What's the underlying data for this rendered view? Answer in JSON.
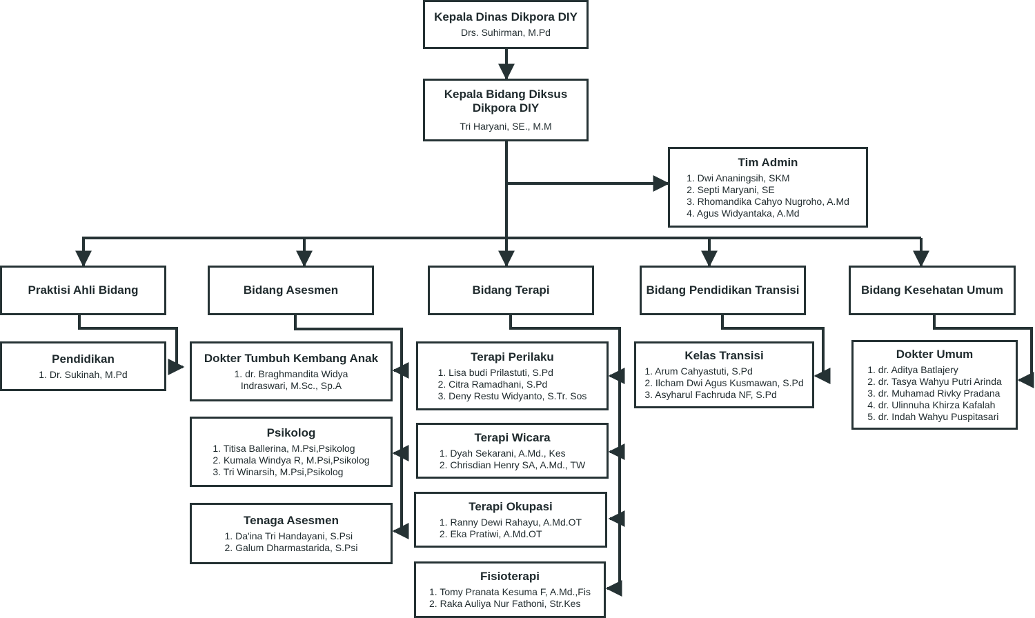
{
  "nodes": {
    "kepala_dinas": {
      "title": "Kepala Dinas Dikpora DIY",
      "subtitle": "Drs. Suhirman, M.Pd"
    },
    "kepala_bidang": {
      "title": "Kepala Bidang Diksus Dikpora DIY",
      "subtitle": "Tri Haryani, SE., M.M"
    },
    "tim_admin": {
      "title": "Tim Admin",
      "items": [
        "1. Dwi Ananingsih, SKM",
        "2. Septi Maryani, SE",
        "3. Rhomandika Cahyo Nugroho, A.Md",
        "4. Agus Widyantaka, A.Md"
      ]
    },
    "praktisi": {
      "title": "Praktisi Ahli Bidang"
    },
    "asesmen": {
      "title": "Bidang Asesmen"
    },
    "terapi": {
      "title": "Bidang Terapi"
    },
    "transisi": {
      "title": "Bidang Pendidikan Transisi"
    },
    "kesehatan": {
      "title": "Bidang Kesehatan Umum"
    },
    "pendidikan": {
      "title": "Pendidikan",
      "items": [
        "1. Dr. Sukinah, M.Pd"
      ]
    },
    "dokter_tumbuh": {
      "title": "Dokter Tumbuh Kembang Anak",
      "items": [
        "1. dr. Braghmandita Widya",
        "Indraswari, M.Sc., Sp.A"
      ]
    },
    "psikolog": {
      "title": "Psikolog",
      "items": [
        "1. Titisa Ballerina, M.Psi,Psikolog",
        "2. Kumala Windya R, M.Psi,Psikolog",
        "3. Tri Winarsih, M.Psi,Psikolog"
      ]
    },
    "tenaga_asesmen": {
      "title": "Tenaga Asesmen",
      "items": [
        "1. Da'ina Tri Handayani, S.Psi",
        "2. Galum Dharmastarida, S.Psi"
      ]
    },
    "terapi_perilaku": {
      "title": "Terapi Perilaku",
      "items": [
        "1. Lisa budi Prilastuti, S.Pd",
        "2. Citra Ramadhani, S.Pd",
        "3. Deny Restu Widyanto, S.Tr. Sos"
      ]
    },
    "terapi_wicara": {
      "title": "Terapi Wicara",
      "items": [
        "1. Dyah Sekarani, A.Md., Kes",
        "2. Chrisdian Henry SA, A.Md., TW"
      ]
    },
    "terapi_okupasi": {
      "title": "Terapi Okupasi",
      "items": [
        "1. Ranny Dewi Rahayu, A.Md.OT",
        "2. Eka Pratiwi, A.Md.OT"
      ]
    },
    "fisioterapi": {
      "title": "Fisioterapi",
      "items": [
        "1. Tomy Pranata Kesuma F, A.Md.,Fis",
        "2. Raka Auliya Nur Fathoni, Str.Kes"
      ]
    },
    "kelas_transisi": {
      "title": "Kelas Transisi",
      "items": [
        "1. Arum Cahyastuti, S.Pd",
        "2. Ilcham Dwi Agus Kusmawan, S.Pd",
        "3. Asyharul Fachruda NF, S.Pd"
      ]
    },
    "dokter_umum": {
      "title": "Dokter Umum",
      "items": [
        "1. dr. Aditya Batlajery",
        "2. dr. Tasya Wahyu Putri Arinda",
        "3. dr. Muhamad Rivky Pradana",
        "4. dr. Ulinnuha Khirza Kafalah",
        "5. dr. Indah Wahyu Puspitasari"
      ]
    }
  },
  "colors": {
    "line": "#253234",
    "text": "#1f2a2d"
  }
}
